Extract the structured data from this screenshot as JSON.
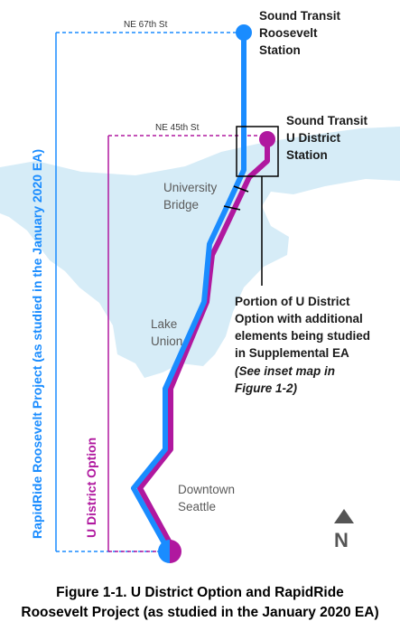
{
  "map": {
    "streets": [
      "NE 67th St",
      "NE 45th St"
    ],
    "stations": {
      "roosevelt": [
        "Sound Transit",
        "Roosevelt",
        "Station"
      ],
      "u_district": [
        "Sound Transit",
        "U District",
        "Station"
      ]
    },
    "areas": {
      "university_bridge": [
        "University",
        "Bridge"
      ],
      "lake_union": [
        "Lake",
        "Union"
      ],
      "downtown": [
        "Downtown",
        "Seattle"
      ]
    },
    "note": {
      "lines": [
        "Portion of U District",
        "Option with additional",
        "elements being studied",
        "in Supplemental EA"
      ],
      "inset": [
        "(See inset map in",
        "Figure 1-2)"
      ]
    },
    "routes": {
      "rapidride": {
        "label": "RapidRide Roosevelt Project  (as studied in the January 2020 EA)",
        "color": "#1a8cff"
      },
      "u_district": {
        "label": "U District Option",
        "color": "#b0189f"
      }
    },
    "north_arrow": "N",
    "water_color": "#d6ecf7"
  },
  "caption": {
    "line1": "Figure 1-1. U District Option and RapidRide",
    "line2": "Roosevelt Project (as studied in the January 2020 EA)"
  }
}
